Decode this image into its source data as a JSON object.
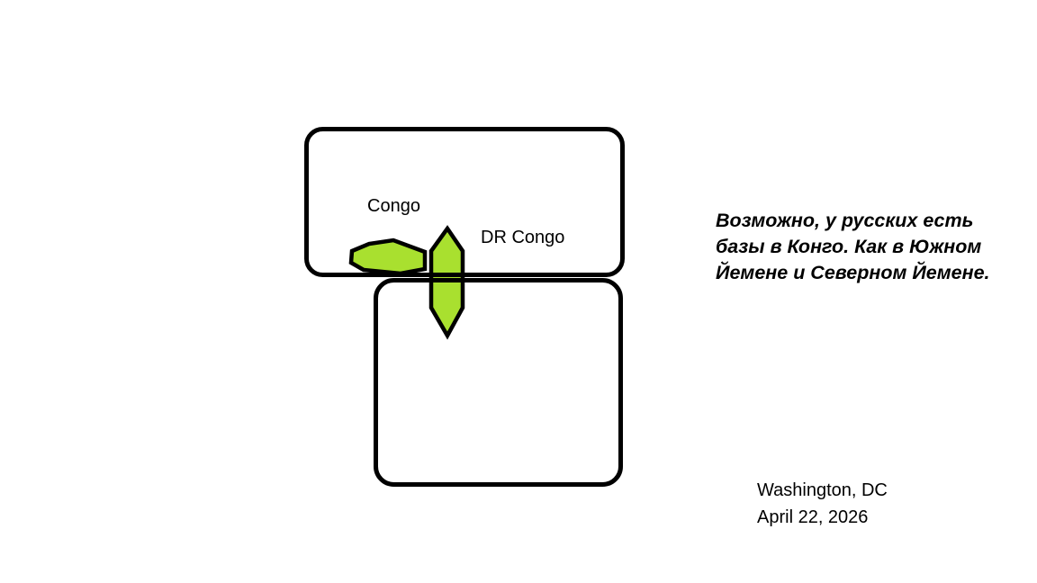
{
  "map": {
    "congo_label": "Congo",
    "dr_congo_label": "DR Congo",
    "marker_fill_color": "#A9E02F",
    "outline_color": "#000000"
  },
  "annotation": {
    "lines": [
      "Возможно, у русских есть",
      "базы в Конго. Как в Южном",
      "Йемене и Северном Йемене."
    ]
  },
  "footer": {
    "location": "Washington, DC",
    "date": "April 22, 2026"
  }
}
